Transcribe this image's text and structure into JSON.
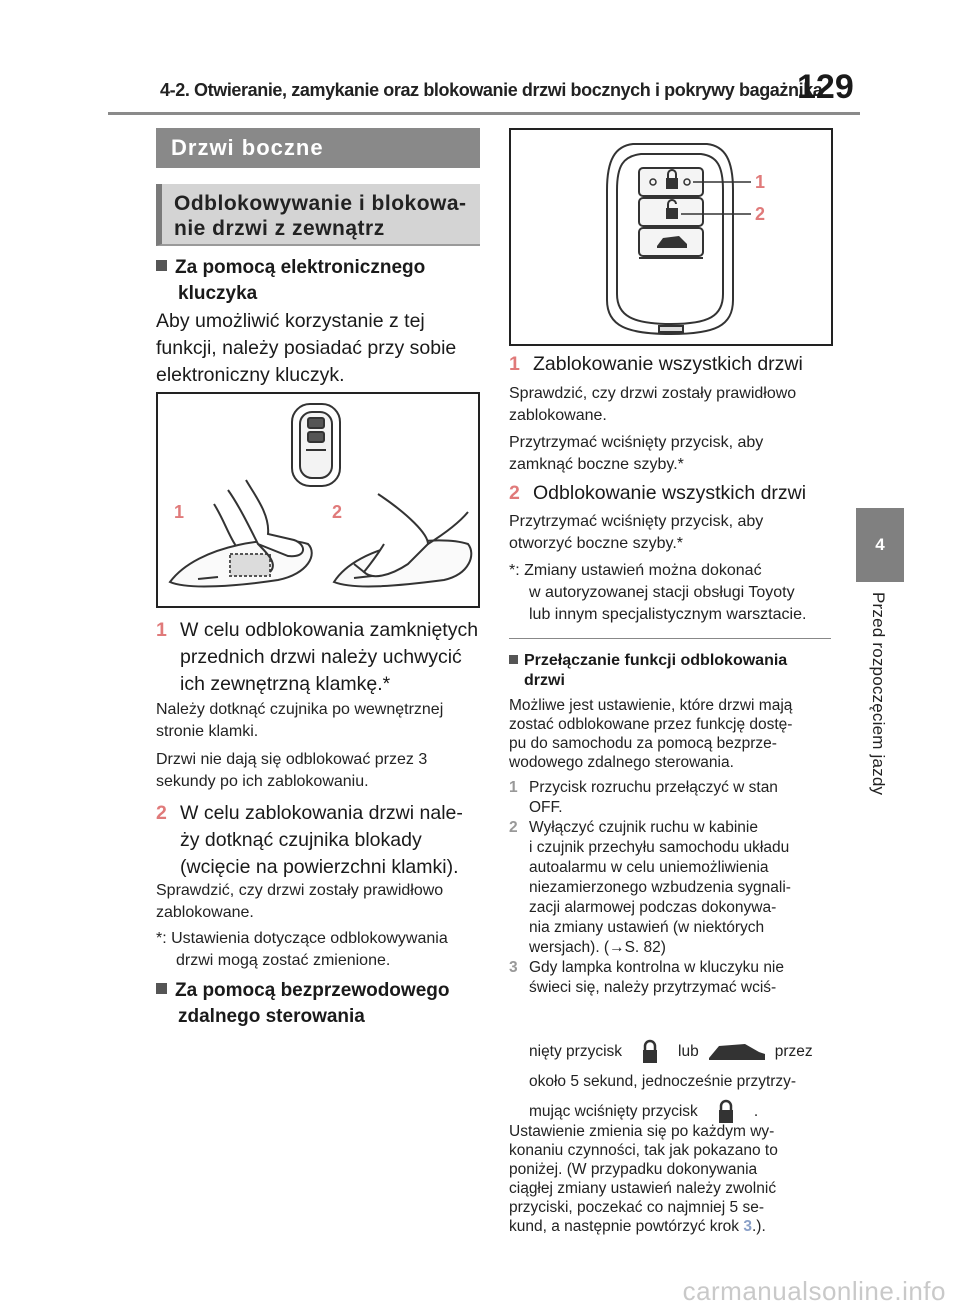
{
  "header": {
    "section_title": "4-2. Otwieranie, zamykanie oraz blokowanie drzwi bocznych i pokrywy bagażnika",
    "page_number": "129"
  },
  "sidebar": {
    "chapter_number": "4",
    "chapter_title": "Przed rozpoczęciem jazdy"
  },
  "left_column": {
    "section_heading": "Drzwi boczne",
    "subsection_heading_line1": "Odblokowywanie i blokowa-",
    "subsection_heading_line2": "nie drzwi z zewnątrz",
    "bullet1_line1": "Za pomocą elektronicznego",
    "bullet1_line2": "kluczyka",
    "intro_line1": "Aby umożliwić korzystanie z tej",
    "intro_line2": "funkcji, należy posiadać przy sobie",
    "intro_line3": "elektroniczny kluczyk.",
    "figure_label_1": "1",
    "figure_label_2": "2",
    "step1_num": "1",
    "step1_line1": "W celu odblokowania zamkniętych",
    "step1_line2": "przednich drzwi należy uchwycić",
    "step1_line3": "ich zewnętrzną klamkę.*",
    "step1_note1_line1": "Należy dotknąć czujnika po wewnętrznej",
    "step1_note1_line2": "stronie klamki.",
    "step1_note2_line1": "Drzwi nie dają się odblokować przez 3",
    "step1_note2_line2": "sekundy po ich zablokowaniu.",
    "step2_num": "2",
    "step2_line1": "W celu zablokowania drzwi nale-",
    "step2_line2": "ży dotknąć czujnika blokady",
    "step2_line3": "(wcięcie na powierzchni klamki).",
    "step2_note_line1": "Sprawdzić, czy drzwi zostały prawidłowo",
    "step2_note_line2": "zablokowane.",
    "footnote_line1": "*: Ustawienia dotyczące odblokowywania",
    "footnote_line2": "drzwi mogą zostać zmienione.",
    "bullet2_line1": "Za pomocą bezprzewodowego",
    "bullet2_line2": "zdalnego sterowania"
  },
  "right_column": {
    "figure_label_1": "1",
    "figure_label_2": "2",
    "step1_num": "1",
    "step1_title": "Zablokowanie wszystkich drzwi",
    "step1_note1_line1": "Sprawdzić, czy drzwi zostały prawidłowo",
    "step1_note1_line2": "zablokowane.",
    "step1_note2_line1": "Przytrzymać wciśnięty przycisk, aby",
    "step1_note2_line2": "zamknąć boczne szyby.*",
    "step2_num": "2",
    "step2_title": "Odblokowanie wszystkich drzwi",
    "step2_note_line1": "Przytrzymać wciśnięty przycisk, aby",
    "step2_note_line2": "otworzyć boczne szyby.*",
    "footnote_line1": "*: Zmiany ustawień można dokonać",
    "footnote_line2": "w autoryzowanej stacji obsługi Toyoty",
    "footnote_line3": "lub innym specjalistycznym warsztacie.",
    "note_heading_line1": "Przełączanie funkcji odblokowania",
    "note_heading_line2": "drzwi",
    "note_intro_line1": "Możliwe jest ustawienie, które drzwi mają",
    "note_intro_line2": "zostać odblokowane przez funkcję dostę-",
    "note_intro_line3": "pu do samochodu za pomocą bezprze-",
    "note_intro_line4": "wodowego zdalnego sterowania.",
    "list": [
      {
        "num": "1",
        "lines": [
          "Przycisk rozruchu przełączyć w stan",
          "OFF."
        ]
      },
      {
        "num": "2",
        "lines": [
          "Wyłączyć czujnik ruchu w kabinie",
          "i czujnik przechyłu samochodu układu",
          "autoalarmu w celu uniemożliwienia",
          "niezamierzonego wzbudzenia sygnali-",
          "zacji alarmowej podczas dokonywa-",
          "nia zmiany ustawień (w niektórych",
          "wersjach). (→S. 82)"
        ]
      },
      {
        "num": "3",
        "lines": [
          "Gdy lampka kontrolna w kluczyku nie",
          "świeci się, należy przytrzymać wciś-"
        ]
      }
    ],
    "step3_cont_a": "nięty przycisk",
    "step3_cont_or": "lub",
    "step3_cont_b": "przez",
    "step3_cont_c": "około 5 sekund, jednocześnie przytrzy-",
    "step3_cont_d": "mując wciśnięty przycisk",
    "step3_cont_e": ".",
    "closing_line1": "Ustawienie zmienia się po każdym wy-",
    "closing_line2": "konaniu czynności, tak jak pokazano to",
    "closing_line3": "poniżej. (W przypadku dokonywania",
    "closing_line4": "ciągłej zmiany ustawień należy zwolnić",
    "closing_line5": "przyciski, poczekać co najmniej 5 se-",
    "closing_line6a": "kund, a następnie powtórzyć krok",
    "closing_line6_step": "3",
    "closing_line6b": ".)."
  },
  "watermark": "carmanualsonline.info",
  "colors": {
    "accent_red": "#e07a7a",
    "heading_gray": "#898989",
    "subheading_bg": "#d4d4d4"
  }
}
